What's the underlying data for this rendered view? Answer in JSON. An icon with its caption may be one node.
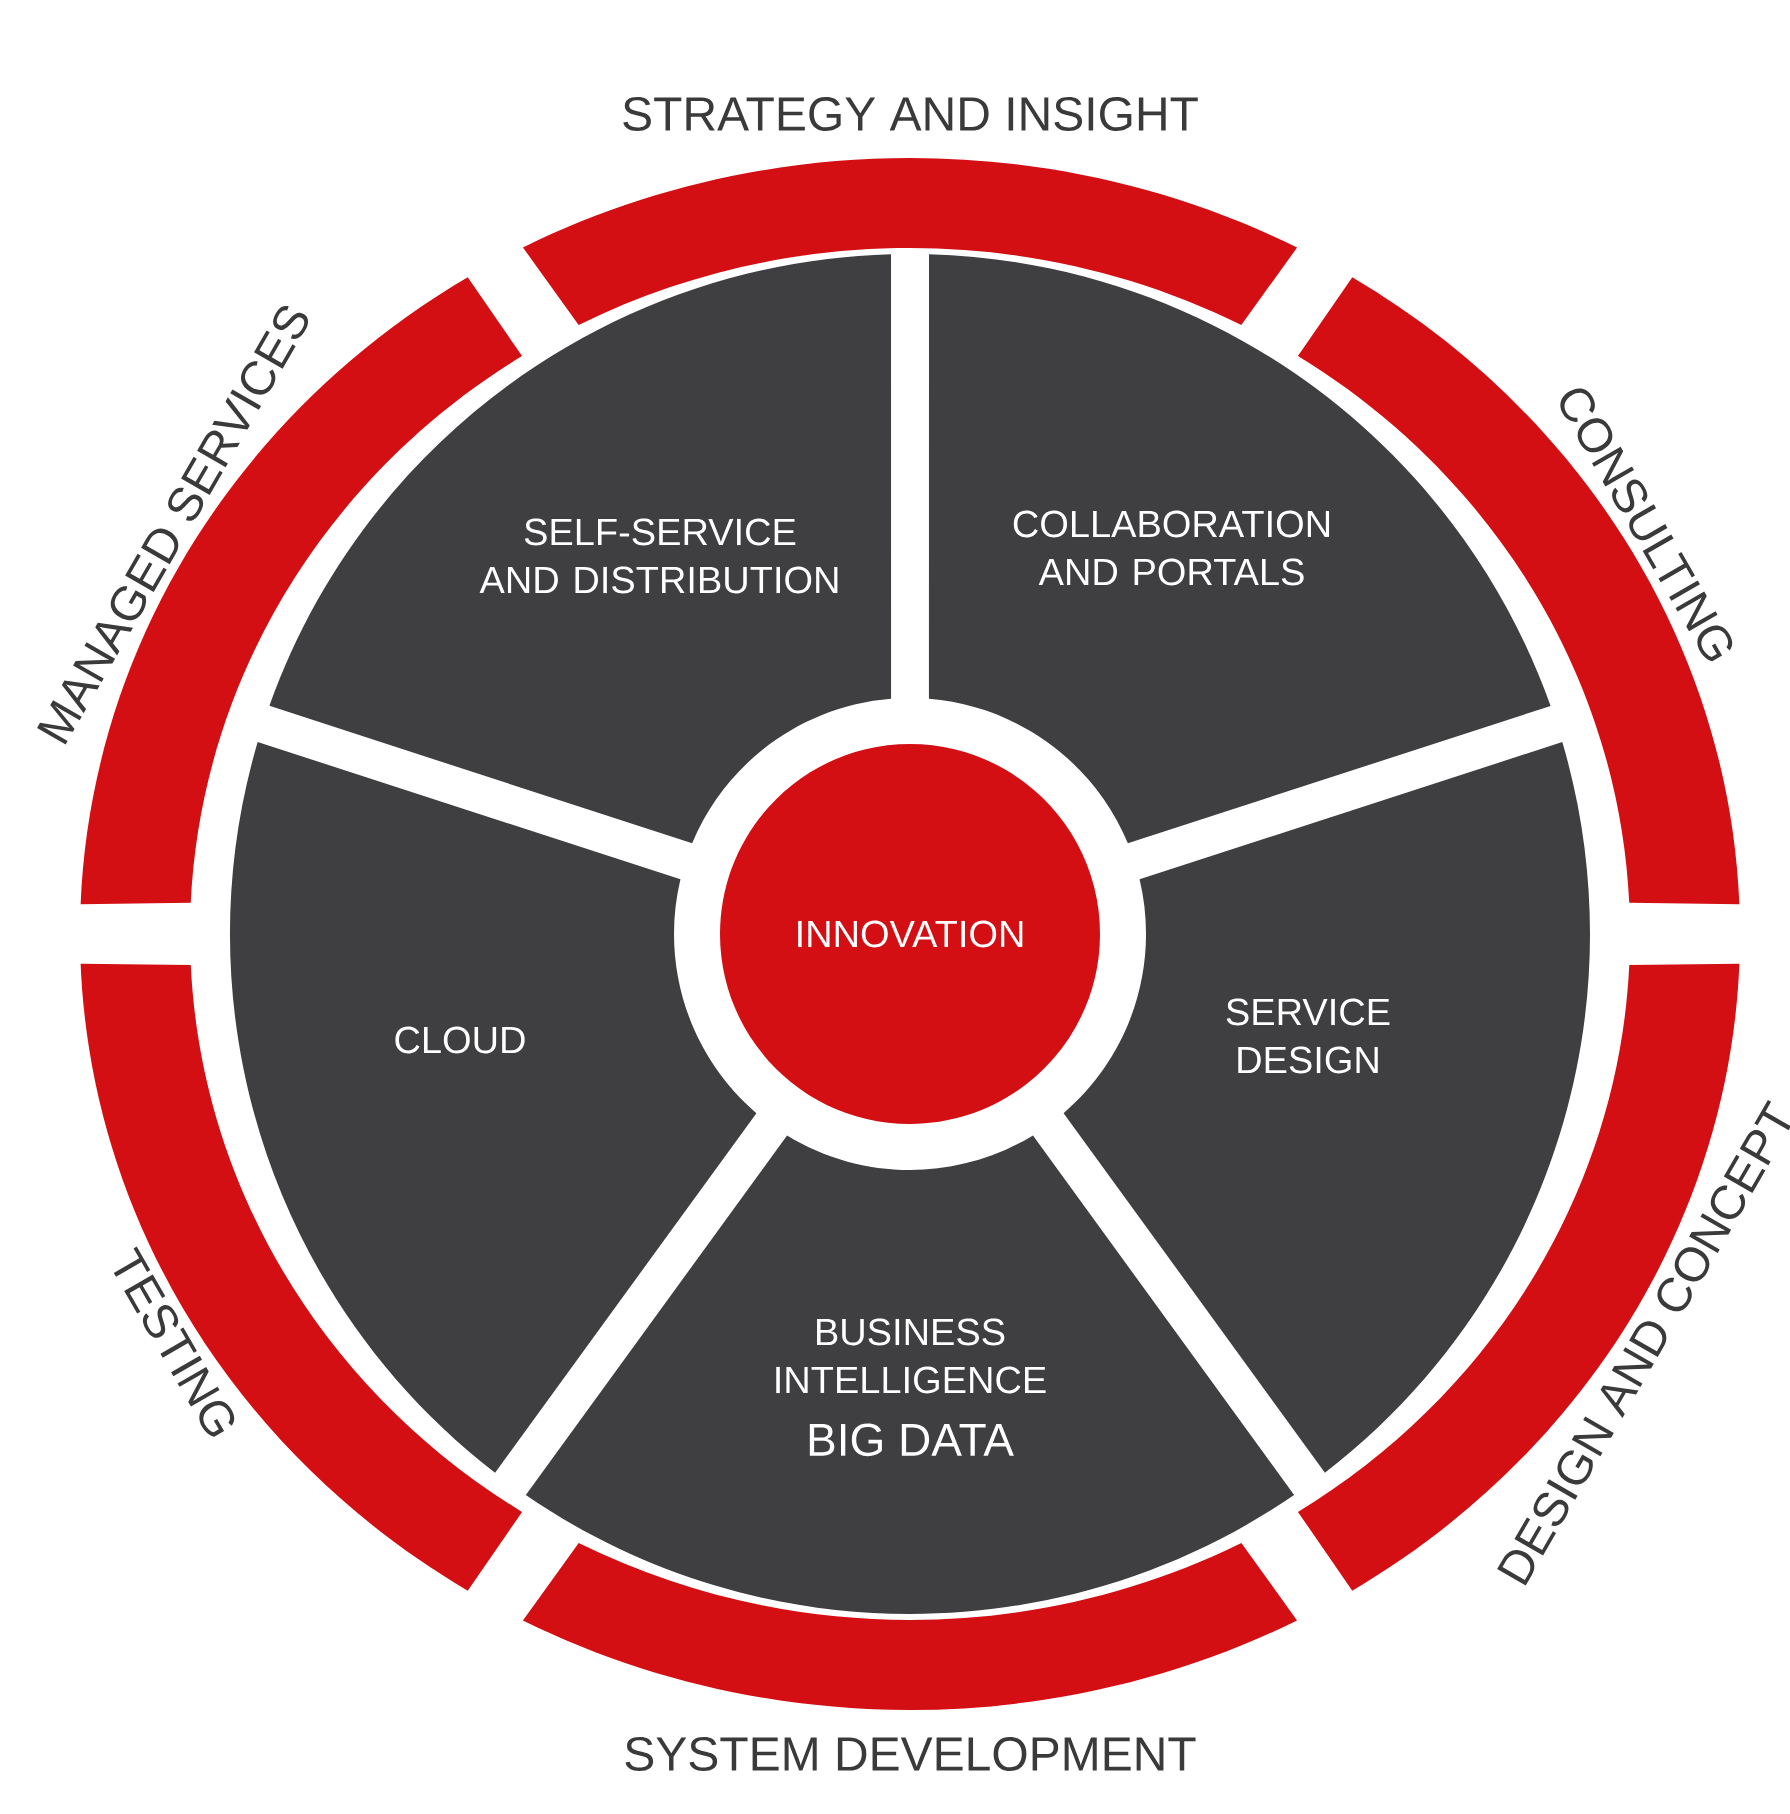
{
  "diagram": {
    "nodes": [
      {
        "text": [
          "STRATEGY AND INSIGHT"
        ]
      },
      {
        "text": [
          "MANAGED SERVICES"
        ]
      },
      {
        "text": [
          "CONSULTING"
        ]
      },
      {
        "text": [
          "SELF-SERVICE AND DISTRIBUTION"
        ]
      },
      {
        "text": [
          "COLLABORATION AND PORTALS"
        ]
      },
      {
        "text": [
          "CLOUD"
        ]
      },
      {
        "text": [
          "INNOVATION"
        ]
      },
      {
        "text": [
          "SERVICE DESIGN"
        ]
      },
      {
        "text": [
          "BUSINESS INTELLIGENCE",
          "BIG DATA"
        ]
      },
      {
        "text": [
          "TESTING"
        ]
      },
      {
        "text": [
          "DESIGN AND CONCEPT"
        ]
      },
      {
        "text": [
          "SYSTEM DEVELOPMENT"
        ]
      }
    ]
  }
}
